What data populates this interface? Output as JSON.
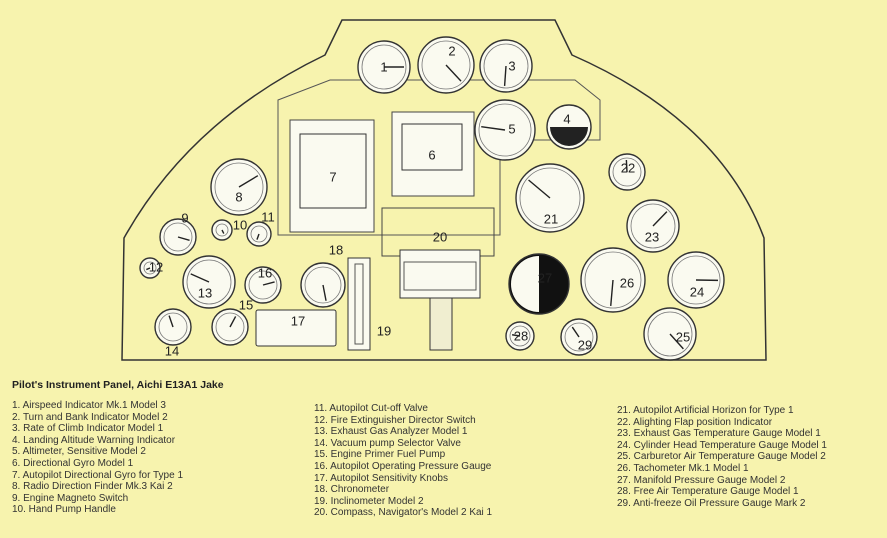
{
  "title": "Pilot's Instrument Panel, Aichi E13A1 Jake",
  "gauge_numbers": [
    "1",
    "2",
    "3",
    "4",
    "5",
    "6",
    "7",
    "8",
    "9",
    "10",
    "11",
    "12",
    "13",
    "14",
    "15",
    "16",
    "17",
    "18",
    "19",
    "20",
    "21",
    "22",
    "23",
    "24",
    "25",
    "26",
    "27",
    "28",
    "29"
  ],
  "legend": {
    "col1": [
      "1. Airspeed Indicator Mk.1 Model 3",
      "2. Turn and Bank Indicator Model 2",
      "3. Rate of Climb Indicator Model 1",
      "4. Landing Altitude Warning Indicator",
      "5. Altimeter, Sensitive Model 2",
      "6. Directional Gyro Model 1",
      "7. Autopilot Directional Gyro for Type 1",
      "8. Radio Direction Finder Mk.3 Kai 2",
      "9. Engine Magneto Switch",
      "10. Hand Pump Handle"
    ],
    "col2": [
      "11. Autopilot Cut-off Valve",
      "12. Fire Extinguisher Director Switch",
      "13. Exhaust Gas Analyzer Model 1",
      "14. Vacuum pump Selector Valve",
      "15. Engine Primer Fuel Pump",
      "16. Autopilot Operating Pressure Gauge",
      "17. Autopilot Sensitivity Knobs",
      "18. Chronometer",
      "19. Inclinometer Model 2",
      "20. Compass, Navigator's Model 2 Kai 1"
    ],
    "col3": [
      "21. Autopilot Artificial Horizon for Type 1",
      "22. Alighting Flap position Indicator",
      "23. Exhaust Gas Temperature Gauge Model 1",
      "24. Cylinder Head Temperature Gauge Model 1",
      "25. Carburetor Air Temperature Gauge Model 2",
      "26. Tachometer Mk.1 Model 1",
      "27. Manifold Pressure Gauge Model 2",
      "28. Free Air Temperature Gauge Model 1",
      "29. Anti-freeze Oil Pressure Gauge Mark 2"
    ]
  }
}
